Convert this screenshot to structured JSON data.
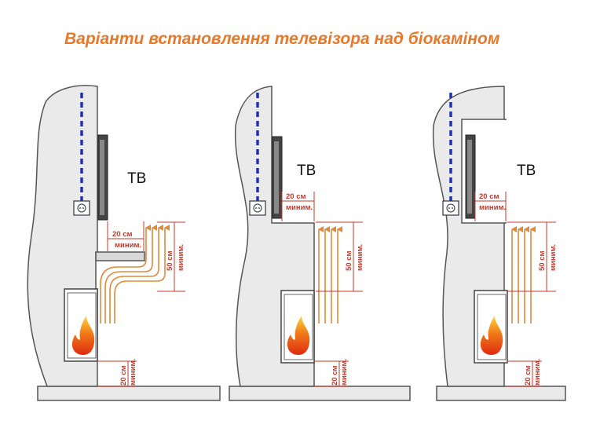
{
  "title": "Варіанти встановлення телевізора над біокаміном",
  "tv_label": "ТВ",
  "dim_20": "20 см",
  "dim_50": "50 см",
  "dim_min": "миним.",
  "colors": {
    "title": "#e8782a",
    "wall": "#ebeaeb",
    "wall_outline": "#555555",
    "dimension": "#c0392b",
    "cable": "#2233aa",
    "heat_arrow": "#e08a3a",
    "flame": "#f08a1a"
  },
  "panels": [
    {
      "name": "wall-mounted-with-shelf"
    },
    {
      "name": "recessed-ledge"
    },
    {
      "name": "wall-niche"
    }
  ]
}
